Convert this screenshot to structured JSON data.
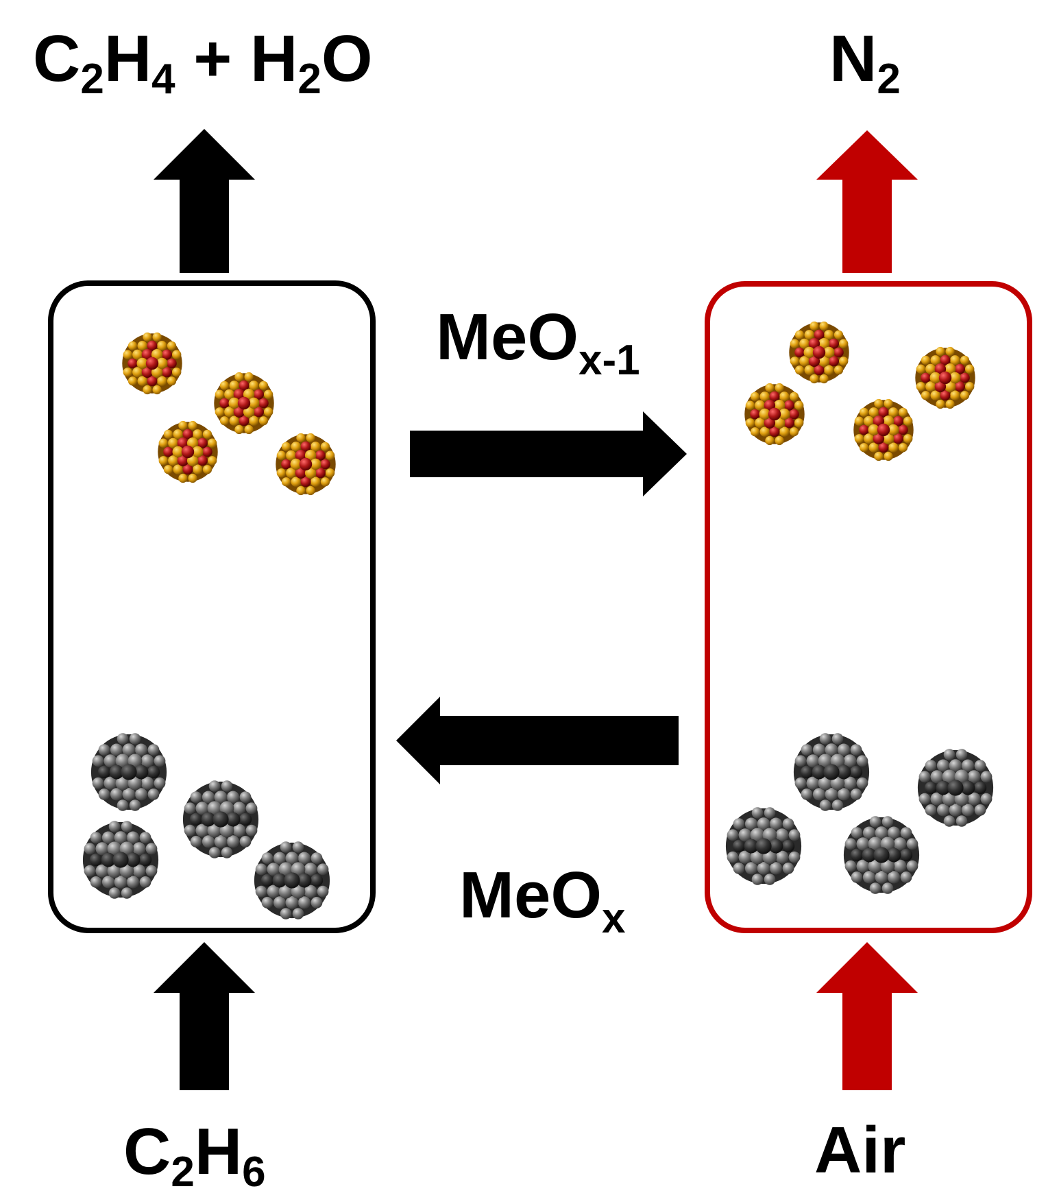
{
  "colors": {
    "fuel_side": "#000000",
    "air_side": "#c00000",
    "oxidized_particle_gold": "#e0a010",
    "oxidized_particle_red": "#b01818",
    "reduced_particle_gray": "#7a7a7a",
    "reduced_particle_dark": "#333333"
  },
  "fuel_reactor": {
    "outlet": {
      "a": "C",
      "a_sub": "2",
      "b": "H",
      "b_sub": "4",
      "c": " + H",
      "c_sub": "2",
      "d": "O"
    },
    "inlet": {
      "a": "C",
      "a_sub": "2",
      "b": "H",
      "b_sub": "6"
    },
    "oxidized_particles": 4,
    "reduced_particles": 4
  },
  "air_reactor": {
    "outlet": {
      "a": "N",
      "a_sub": "2"
    },
    "inlet": "Air",
    "oxidized_particles": 4,
    "reduced_particles": 4
  },
  "transfer": {
    "to_air_reactor": {
      "base": "MeO",
      "sub": "x-1"
    },
    "to_fuel_reactor": {
      "base": "MeO",
      "sub": "x"
    }
  },
  "icons": {
    "oxidized_particle": "gold-red-atom-cluster-icon",
    "reduced_particle": "gray-atom-cluster-icon"
  }
}
